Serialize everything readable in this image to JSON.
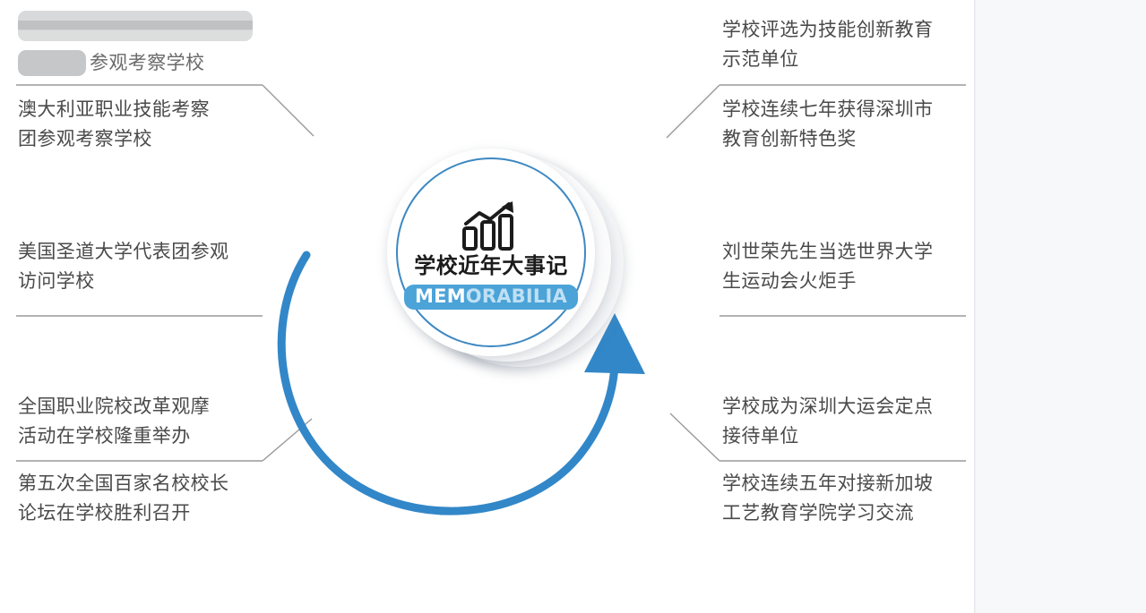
{
  "title": "学校近年大事记",
  "emblem": {
    "icon_name": "bar-chart-growth-icon",
    "title": "学校近年大事记",
    "badge_primary": "MEM",
    "badge_secondary": "ORABILIA",
    "badge_full": "MEMORABILIA"
  },
  "colors": {
    "accent_blue": "#3d88c2",
    "arc_blue": "#3287c8",
    "badge_blue": "#4ba3d8",
    "badge_text_light": "#bfe0f3",
    "text_gray": "#4a4a4a",
    "separator_gray": "#9a9a9a",
    "redaction_gray": "#c9cacb",
    "page_background": "#ffffff",
    "outside_background": "#f7f8fa"
  },
  "left_entries": [
    {
      "id": "left-1",
      "redacted": true,
      "redaction_note": "首行被遮盖",
      "visible_text": "参观考察学校",
      "lines": [
        "",
        "参观考察学校"
      ]
    },
    {
      "id": "left-2",
      "redacted": false,
      "text": "澳大利亚职业技能考察团参观考察学校",
      "lines": [
        "澳大利亚职业技能考察",
        "团参观考察学校"
      ]
    },
    {
      "id": "left-3",
      "redacted": false,
      "text": "美国圣道大学代表团参观访问学校",
      "lines": [
        "美国圣道大学代表团参观",
        "访问学校"
      ]
    },
    {
      "id": "left-4",
      "redacted": false,
      "text": "全国职业院校改革观摩活动在学校隆重举办",
      "lines": [
        "全国职业院校改革观摩",
        "活动在学校隆重举办"
      ]
    },
    {
      "id": "left-5",
      "redacted": false,
      "text": "第五次全国百家名校校长论坛在学校胜利召开",
      "lines": [
        "第五次全国百家名校校长",
        "论坛在学校胜利召开"
      ]
    }
  ],
  "right_entries": [
    {
      "id": "right-1",
      "text": "学校评选为技能创新教育示范单位",
      "lines": [
        "学校评选为技能创新教育",
        "示范单位"
      ]
    },
    {
      "id": "right-2",
      "text": "学校连续七年获得深圳市教育创新特色奖",
      "lines": [
        "学校连续七年获得深圳市",
        "教育创新特色奖"
      ]
    },
    {
      "id": "right-3",
      "text": "刘世荣先生当选世界大学生运动会火炬手",
      "lines": [
        "刘世荣先生当选世界大学",
        "生运动会火炬手"
      ]
    },
    {
      "id": "right-4",
      "text": "学校成为深圳大运会定点接待单位",
      "lines": [
        "学校成为深圳大运会定点",
        "接待单位"
      ]
    },
    {
      "id": "right-5",
      "text": "学校连续五年对接新加坡工艺教育学院学习交流",
      "lines": [
        "学校连续五年对接新加坡",
        "工艺教育学院学习交流"
      ]
    }
  ]
}
